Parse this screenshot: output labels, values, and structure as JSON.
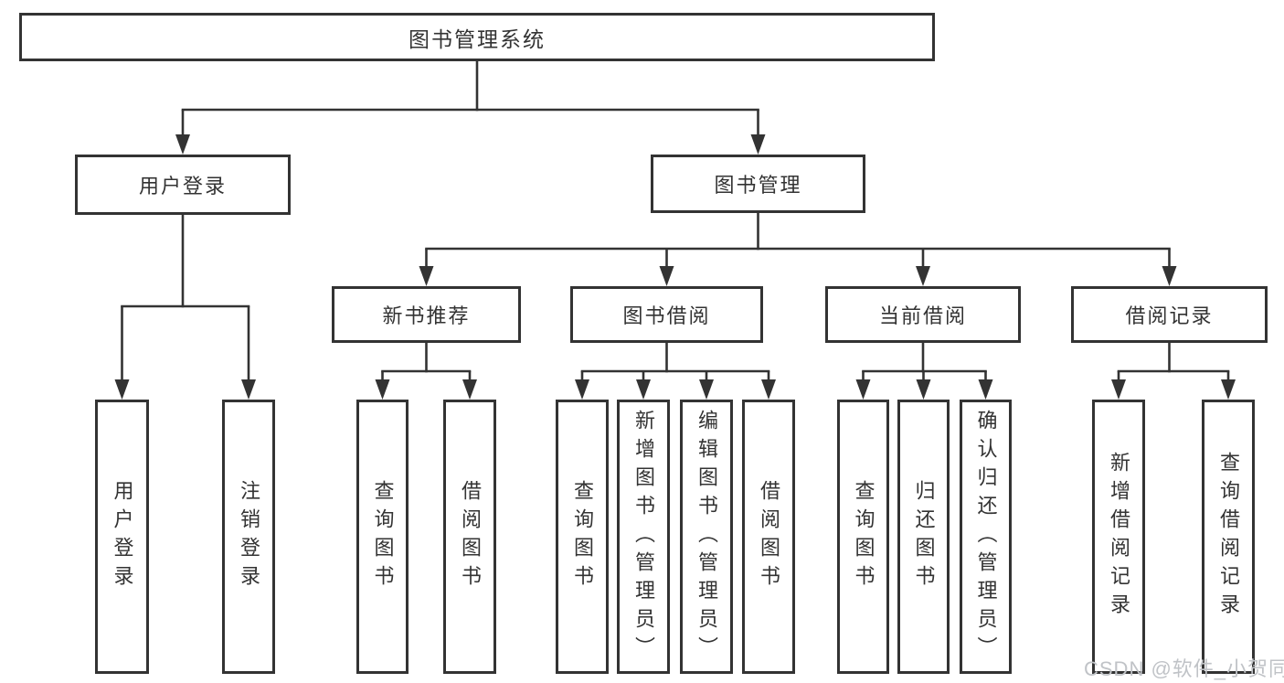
{
  "page": {
    "background": "#ffffff",
    "line_color": "#333333",
    "text_color": "#333333"
  },
  "diagram": {
    "root": {
      "label": "图书管理系统"
    },
    "level2": [
      {
        "id": "user-login",
        "label": "用户登录"
      },
      {
        "id": "book-management",
        "label": "图书管理"
      }
    ],
    "level3": [
      {
        "id": "new-book-recommend",
        "parent": "图书管理",
        "label": "新书推荐"
      },
      {
        "id": "book-borrowing",
        "parent": "图书管理",
        "label": "图书借阅"
      },
      {
        "id": "current-borrowing",
        "parent": "图书管理",
        "label": "当前借阅"
      },
      {
        "id": "borrowing-records",
        "parent": "图书管理",
        "label": "借阅记录"
      }
    ],
    "leaves": [
      {
        "parent": "用户登录",
        "label": "用户登录"
      },
      {
        "parent": "用户登录",
        "label": "注销登录"
      },
      {
        "parent": "新书推荐",
        "label": "查询图书"
      },
      {
        "parent": "新书推荐",
        "label": "借阅图书"
      },
      {
        "parent": "图书借阅",
        "label": "查询图书"
      },
      {
        "parent": "图书借阅",
        "label": "新增图书（管理员）"
      },
      {
        "parent": "图书借阅",
        "label": "编辑图书（管理员）"
      },
      {
        "parent": "图书借阅",
        "label": "借阅图书"
      },
      {
        "parent": "当前借阅",
        "label": "查询图书"
      },
      {
        "parent": "当前借阅",
        "label": "归还图书"
      },
      {
        "parent": "当前借阅",
        "label": "确认归还（管理员）"
      },
      {
        "parent": "借阅记录",
        "label": "新增借阅记录"
      },
      {
        "parent": "借阅记录",
        "label": "查询借阅记录"
      }
    ]
  },
  "watermark": {
    "text": "CSDN @软件_小贺同学"
  }
}
